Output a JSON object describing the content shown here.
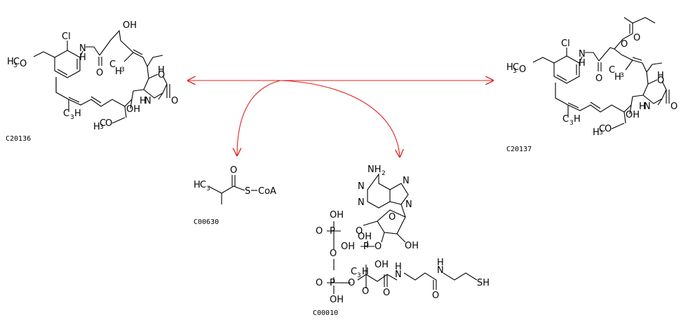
{
  "compounds": {
    "substrate": {
      "id": "C20136",
      "labels": [
        "Cl",
        "N",
        "H",
        "OH",
        "O",
        "O",
        "O",
        "N",
        "H",
        "OH",
        "O",
        "H",
        "O",
        "C",
        "3",
        "H",
        "C",
        "3",
        "H",
        "H",
        "C",
        "3",
        "H",
        "C",
        "3"
      ]
    },
    "product": {
      "id": "C20137",
      "labels": [
        "O",
        "O",
        "Cl",
        "N",
        "H",
        "O",
        "O",
        "O",
        "N",
        "H",
        "OH",
        "O",
        "H",
        "O",
        "C",
        "3",
        "H",
        "C",
        "3",
        "H",
        "H",
        "C",
        "3",
        "H",
        "C",
        "3"
      ]
    },
    "isobutyryl_coa": {
      "id": "C00630",
      "labels": [
        "H",
        "C",
        "3",
        "O",
        "S",
        "CoA"
      ]
    },
    "coa": {
      "id": "C00010",
      "labels": [
        "NH",
        "2",
        "N",
        "N",
        "N",
        "N",
        "O",
        "OH",
        "OH",
        "O",
        "P",
        "O",
        "P",
        "OH",
        "OH",
        "O",
        "O",
        "O",
        "P",
        "O",
        "OH",
        "O",
        "C",
        "3",
        "H",
        "OH",
        "N",
        "H",
        "N",
        "H",
        "O",
        "O",
        "SH"
      ]
    }
  },
  "colors": {
    "arrow": "#e0201c",
    "structure": "#000000",
    "background": "#ffffff"
  }
}
